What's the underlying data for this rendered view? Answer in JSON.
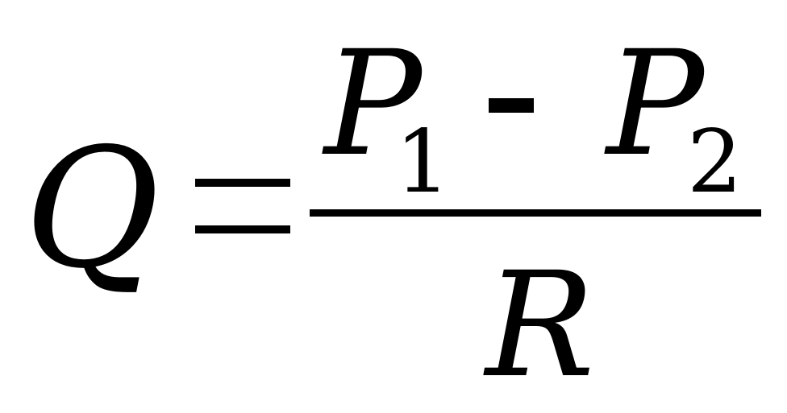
{
  "formula": {
    "lhs": "Q",
    "equals": "=",
    "numerator": {
      "term1": "P",
      "term1_subscript": "1",
      "operator": "-",
      "term2": "P",
      "term2_subscript": "2"
    },
    "denominator": "R"
  }
}
